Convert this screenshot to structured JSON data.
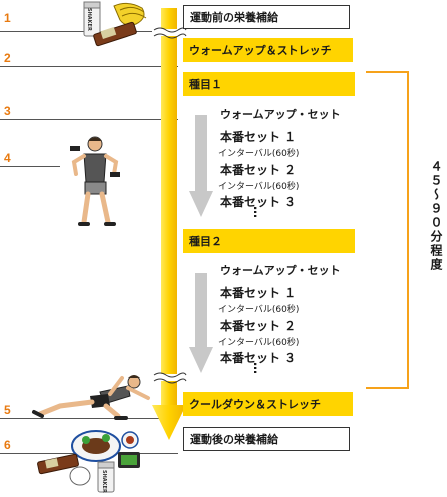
{
  "steps": {
    "numbers": [
      "1",
      "2",
      "3",
      "4",
      "5",
      "6"
    ]
  },
  "boxes": {
    "pre_nutrition": "運動前の栄養補給",
    "warmup_stretch": "ウォームアップ＆ストレッチ",
    "exercise1": "種目１",
    "exercise2": "種目２",
    "cooldown": "クールダウン＆ストレッチ",
    "post_nutrition": "運動後の栄養補給"
  },
  "sets": {
    "warmup_set": "ウォームアップ・セット",
    "main1": "本番セット １",
    "main2": "本番セット ２",
    "main3": "本番セット ３",
    "interval": "インターバル(60秒)",
    "ellipsis": "…"
  },
  "duration_label": "４５～９０分程度",
  "product_label": "SHAKER",
  "colors": {
    "accent_yellow": "#ffd400",
    "number_orange": "#e87a10",
    "bracket_orange": "#f6a21a",
    "arrow_gray": "#c8c8c8"
  }
}
